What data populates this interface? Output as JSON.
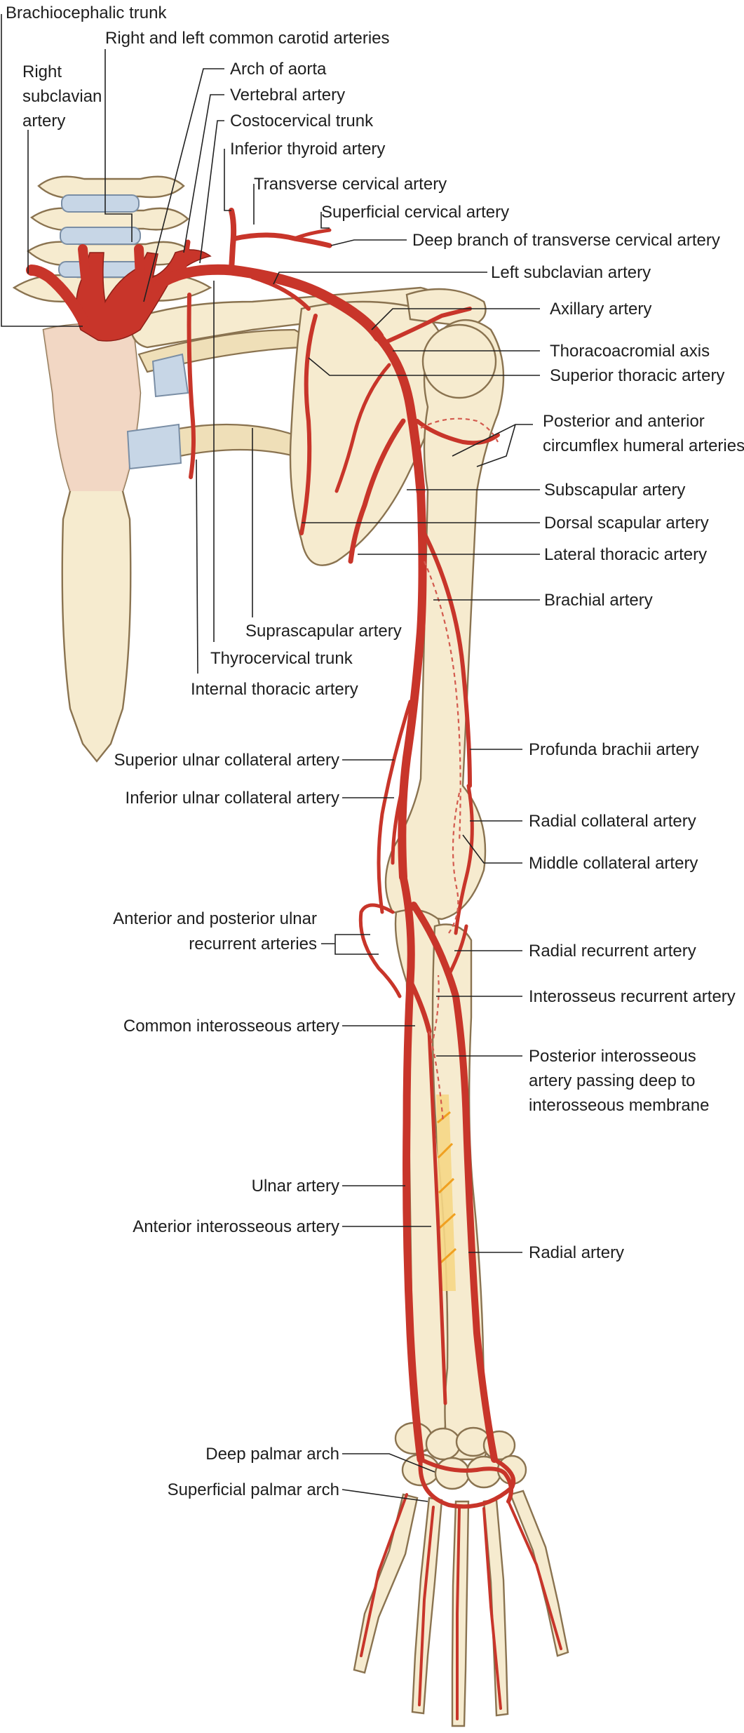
{
  "labels": {
    "brachiocephalic_trunk": "Brachiocephalic trunk",
    "common_carotid": "Right and left common carotid arteries",
    "right_subclavian_1": "Right",
    "right_subclavian_2": "subclavian",
    "right_subclavian_3": "artery",
    "arch_of_aorta": "Arch of aorta",
    "vertebral_artery": "Vertebral artery",
    "costocervical_trunk": "Costocervical trunk",
    "inferior_thyroid": "Inferior thyroid artery",
    "transverse_cervical": "Transverse cervical artery",
    "superficial_cervical": "Superficial cervical artery",
    "deep_branch_transverse_cervical": "Deep branch of transverse cervical artery",
    "left_subclavian": "Left subclavian artery",
    "axillary_artery": "Axillary artery",
    "thoracoacromial_axis": "Thoracoacromial axis",
    "superior_thoracic": "Superior thoracic artery",
    "circumflex_humeral_1": "Posterior and anterior",
    "circumflex_humeral_2": "circumflex humeral arteries",
    "subscapular_artery": "Subscapular artery",
    "dorsal_scapular": "Dorsal scapular artery",
    "lateral_thoracic": "Lateral thoracic artery",
    "brachial_artery": "Brachial artery",
    "suprascapular_artery": "Suprascapular artery",
    "thyrocervical_trunk": "Thyrocervical trunk",
    "internal_thoracic": "Internal thoracic artery",
    "superior_ulnar_collateral": "Superior ulnar collateral artery",
    "profunda_brachii": "Profunda brachii artery",
    "inferior_ulnar_collateral": "Inferior ulnar collateral artery",
    "radial_collateral": "Radial collateral artery",
    "middle_collateral": "Middle collateral artery",
    "ulnar_recurrent_1": "Anterior and posterior ulnar",
    "ulnar_recurrent_2": "recurrent arteries",
    "radial_recurrent": "Radial recurrent artery",
    "interosseus_recurrent": "Interosseus recurrent artery",
    "common_interosseous": "Common interosseous artery",
    "posterior_interosseous_1": "Posterior interosseous",
    "posterior_interosseous_2": "artery passing deep to",
    "posterior_interosseous_3": "interosseous membrane",
    "ulnar_artery": "Ulnar artery",
    "anterior_interosseous": "Anterior interosseous artery",
    "radial_artery": "Radial artery",
    "deep_palmar_arch": "Deep palmar arch",
    "superficial_palmar_arch": "Superficial palmar arch"
  },
  "colors": {
    "artery": "#c8352a",
    "bone": "#f6ebcf",
    "cartilage": "#c7d6e6"
  }
}
